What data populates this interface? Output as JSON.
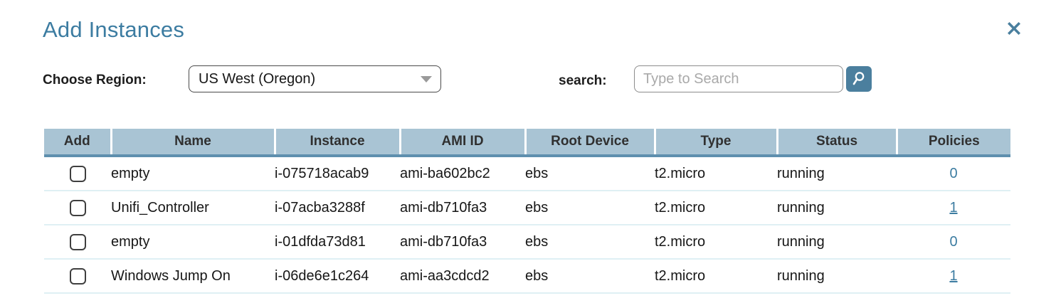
{
  "dialog": {
    "title": "Add Instances",
    "close_icon": "close-x-icon"
  },
  "controls": {
    "region_label": "Choose Region:",
    "region_selected": "US West (Oregon)",
    "region_caret_icon": "chevron-down-icon",
    "search_label": "search:",
    "search_value": "",
    "search_placeholder": "Type to Search",
    "search_button_icon": "magnifier-icon"
  },
  "table": {
    "columns": [
      "Add",
      "Name",
      "Instance",
      "AMI ID",
      "Root Device",
      "Type",
      "Status",
      "Policies"
    ],
    "rows": [
      {
        "checked": false,
        "name": "empty",
        "instance": "i-075718acab9",
        "ami_id": "ami-ba602bc2",
        "root_device": "ebs",
        "type": "t2.micro",
        "status": "running",
        "policies": "0",
        "policies_is_link": false
      },
      {
        "checked": false,
        "name": "Unifi_Controller",
        "instance": "i-07acba3288f",
        "ami_id": "ami-db710fa3",
        "root_device": "ebs",
        "type": "t2.micro",
        "status": "running",
        "policies": "1",
        "policies_is_link": true
      },
      {
        "checked": false,
        "name": "empty",
        "instance": "i-01dfda73d81",
        "ami_id": "ami-db710fa3",
        "root_device": "ebs",
        "type": "t2.micro",
        "status": "running",
        "policies": "0",
        "policies_is_link": false
      },
      {
        "checked": false,
        "name": "Windows Jump On",
        "instance": "i-06de6e1c264",
        "ami_id": "ami-aa3cdcd2",
        "root_device": "ebs",
        "type": "t2.micro",
        "status": "running",
        "policies": "1",
        "policies_is_link": true
      }
    ]
  },
  "colors": {
    "title_blue": "#3c7ca1",
    "header_bg": "#a9c4d4",
    "header_underline": "#5e8fae",
    "row_divider": "#dff0f4",
    "link_blue": "#3c7ca1",
    "search_btn_bg": "#4b7f9e"
  }
}
